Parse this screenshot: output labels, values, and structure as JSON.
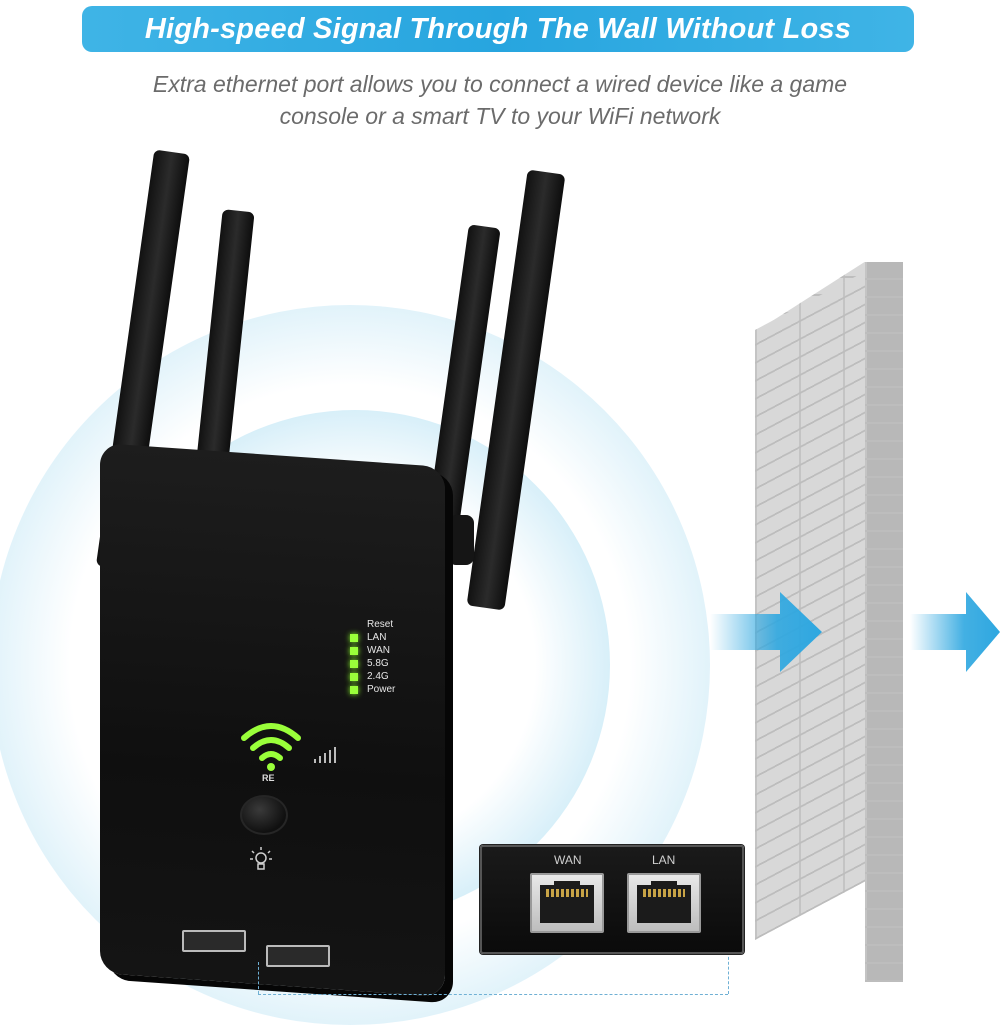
{
  "header": {
    "title": "High-speed Signal Through The Wall Without Loss",
    "subtitle_line1": "Extra ethernet port allows you to connect a wired device like a game",
    "subtitle_line2": "console or a smart TV to your WiFi network"
  },
  "device": {
    "indicators": [
      {
        "label": "Reset",
        "lit": false
      },
      {
        "label": "LAN",
        "lit": true
      },
      {
        "label": "WAN",
        "lit": true
      },
      {
        "label": "5.8G",
        "lit": true
      },
      {
        "label": "2.4G",
        "lit": true
      },
      {
        "label": "Power",
        "lit": true
      }
    ],
    "mode_label": "RE",
    "icons": [
      "wifi-icon",
      "signal-bars-icon",
      "wps-button",
      "bulb-icon"
    ]
  },
  "ports": {
    "wan_label": "WAN",
    "lan_label": "LAN"
  },
  "colors": {
    "banner": "#27a5df",
    "led": "#9aff3a",
    "arrow": "#2ea7e0"
  }
}
